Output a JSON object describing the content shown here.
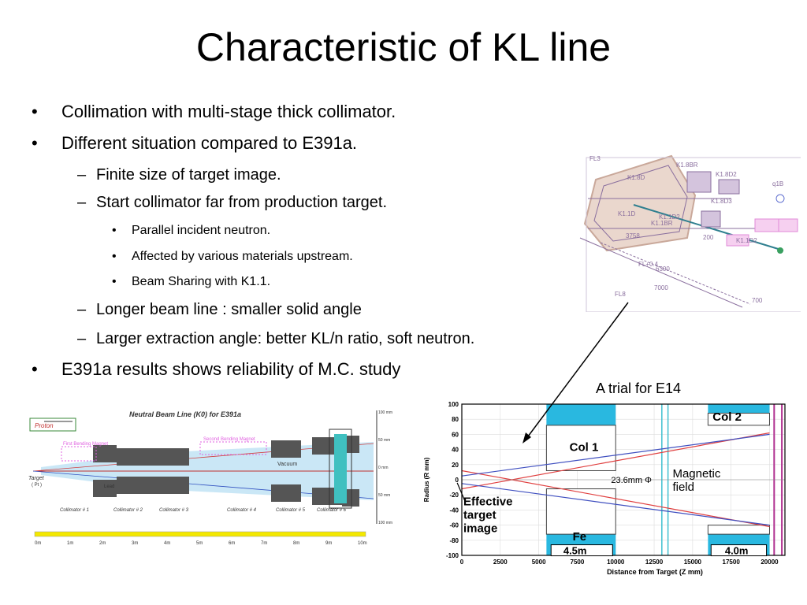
{
  "slide": {
    "title": "Characteristic of KL line",
    "bullets": [
      {
        "level": 1,
        "marker": "•",
        "text": "Collimation with multi-stage thick collimator."
      },
      {
        "level": 1,
        "marker": "•",
        "text": "Different situation compared to E391a."
      },
      {
        "level": 2,
        "marker": "–",
        "text": "Finite size of target image."
      },
      {
        "level": 2,
        "marker": "–",
        "text": "Start collimator far from production target."
      },
      {
        "level": 3,
        "marker": "•",
        "text": "Parallel incident neutron."
      },
      {
        "level": 3,
        "marker": "•",
        "text": "Affected by various materials upstream."
      },
      {
        "level": 3,
        "marker": "•",
        "text": "Beam Sharing with K1.1."
      },
      {
        "level": 2,
        "marker": "–",
        "text": "Longer beam line : smaller solid angle"
      },
      {
        "level": 2,
        "marker": "–",
        "text": "Larger extraction angle: better KL/n ratio, soft neutron."
      },
      {
        "level": 1,
        "marker": "•",
        "text": "E391a results shows reliability of M.C. study"
      }
    ],
    "caption": "A trial for E14"
  },
  "hall_diagram": {
    "labels": [
      "FL3",
      "FL8",
      "FL+0.4",
      "K1.8BR",
      "K1.8D",
      "K1.1BR",
      "K1.1D",
      "K1.8D2",
      "K1.1D2",
      "K1.8D3",
      "K1.1D2",
      "q1B",
      "3758",
      "200",
      "6300",
      "7000",
      "700"
    ],
    "colors": {
      "line": "#8a6f9e",
      "shield": "#c9a89a",
      "beam": "#2f7f8f",
      "pink": "#e08ad8"
    }
  },
  "e391a_diagram": {
    "title": "Neutral Beam Line (K0) for E391a",
    "labels": {
      "proton": "Proton",
      "target": "Target",
      "target_material": "( Pt )",
      "first_magnet": "First Bending Magnet",
      "second_magnet": "Second Bending Magnet",
      "vacuum": "Vacuum",
      "lead": "Lead",
      "scale_top": "100 mm",
      "scale_mid": "50 mm",
      "scale_zero": "0 mm",
      "scale_neg_mid": "50 mm",
      "scale_bottom": "100 mm"
    },
    "collimators": [
      "Collimator # 1",
      "Collimator # 2",
      "Collimator # 3",
      "Collimator # 4",
      "Collimator # 5",
      "Collimator # 6"
    ],
    "ruler": [
      "0m",
      "1m",
      "2m",
      "3m",
      "4m",
      "5m",
      "6m",
      "7m",
      "8m",
      "9m",
      "10m"
    ],
    "colors": {
      "block": "#555555",
      "beam": "#9fd4ee",
      "ruler": "#f3e800",
      "magnet": "#e060e0"
    }
  },
  "e14_plot": {
    "ylabel": "Radius (R mm)",
    "xlabel": "Distance from Target (Z mm)",
    "yticks": [
      "100",
      "80",
      "60",
      "40",
      "20",
      "0",
      "-20",
      "-40",
      "-60",
      "-80",
      "-100"
    ],
    "xticks": [
      "0",
      "2500",
      "5000",
      "7500",
      "10000",
      "12500",
      "15000",
      "17500",
      "20000"
    ],
    "labels": {
      "col1": "Col 1",
      "col2": "Col 2",
      "magnetic_field": "Magnetic\nfield",
      "hole": "23.6mm Φ",
      "effective_target": "Effective\ntarget\nimage",
      "fe": "Fe",
      "len1": "4.5m",
      "len2": "4.0m"
    },
    "colors": {
      "collimator": "#29b8e0",
      "red": "#e04040",
      "blue": "#4050c0",
      "magenta": "#b03090",
      "cyan": "#40c0d0"
    }
  },
  "chart_data": {
    "type": "line",
    "title": "",
    "xlabel": "Distance from Target (Z mm)",
    "ylabel": "Radius (R mm)",
    "xlim": [
      0,
      21000
    ],
    "ylim": [
      -100,
      100
    ],
    "grid": true,
    "series": [
      {
        "values": [
          [
            0,
            12
          ],
          [
            20000,
            -62
          ]
        ],
        "color": "#e04040"
      },
      {
        "values": [
          [
            0,
            -12
          ],
          [
            20000,
            62
          ]
        ],
        "color": "#e04040"
      },
      {
        "values": [
          [
            0,
            5
          ],
          [
            20000,
            60
          ]
        ],
        "color": "#4050c0"
      },
      {
        "values": [
          [
            0,
            -5
          ],
          [
            20000,
            -60
          ]
        ],
        "color": "#4050c0"
      }
    ]
  }
}
